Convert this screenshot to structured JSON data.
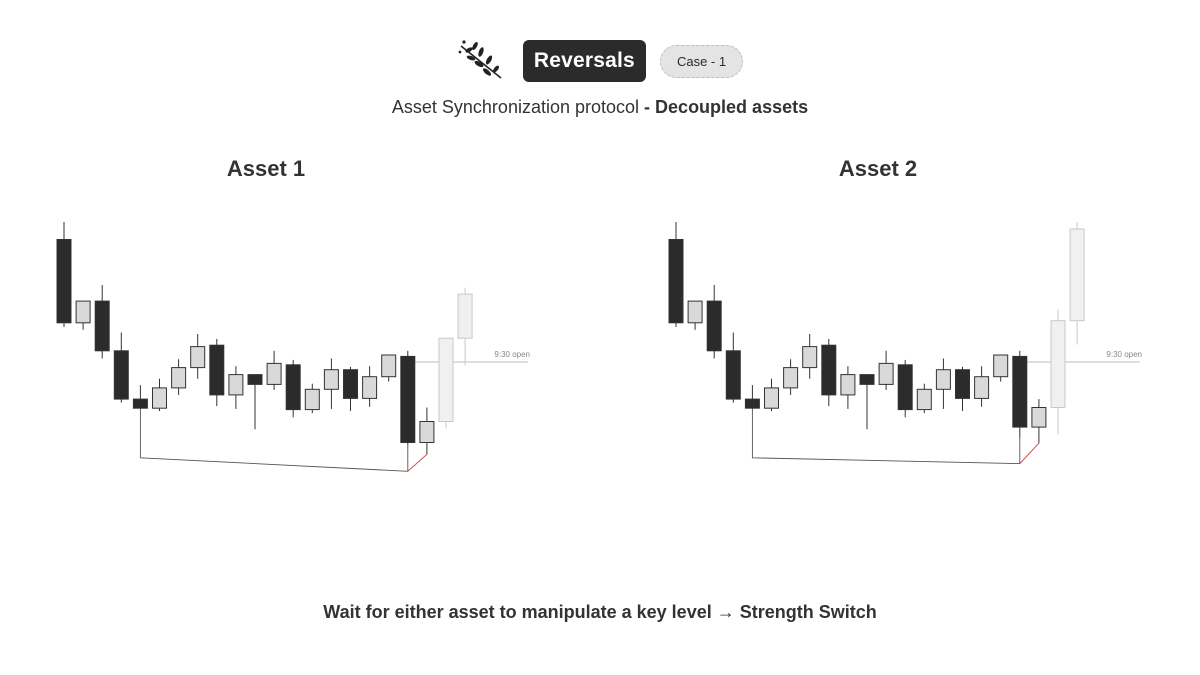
{
  "header": {
    "brand_label": "Reversals",
    "case_label": "Case - 1",
    "subtitle_prefix": "Asset Synchronization protocol",
    "subtitle_bold": "- Decoupled assets",
    "logo_icon": "leaf-branch-icon"
  },
  "caption": "Wait for either asset to manipulate a key level → Strength Switch",
  "colors": {
    "bear": "#2b2b2b",
    "bull": "#d9d9d9",
    "future": "#f0f0f0",
    "sweep": "#d05050",
    "line": "#555555"
  },
  "chart_data": [
    {
      "type": "candlestick",
      "title": "Asset 1",
      "annotation": "9:30 open",
      "open_level": 40,
      "ylim": [
        -100,
        260
      ],
      "candles": [
        {
          "o": 215,
          "h": 240,
          "l": 90,
          "c": 96,
          "kind": "bear"
        },
        {
          "o": 96,
          "h": 126,
          "l": 86,
          "c": 127,
          "kind": "bull"
        },
        {
          "o": 127,
          "h": 150,
          "l": 45,
          "c": 56,
          "kind": "bear"
        },
        {
          "o": 56,
          "h": 82,
          "l": -18,
          "c": -13,
          "kind": "bear"
        },
        {
          "o": -13,
          "h": 7,
          "l": -14,
          "c": -26,
          "kind": "bear"
        },
        {
          "o": -26,
          "h": 16,
          "l": -30,
          "c": 3,
          "kind": "bull"
        },
        {
          "o": 3,
          "h": 44,
          "l": -7,
          "c": 32,
          "kind": "bull"
        },
        {
          "o": 32,
          "h": 80,
          "l": 16,
          "c": 62,
          "kind": "bull"
        },
        {
          "o": 64,
          "h": 73,
          "l": -23,
          "c": -7,
          "kind": "bear"
        },
        {
          "o": -7,
          "h": 34,
          "l": -27,
          "c": 22,
          "kind": "bull"
        },
        {
          "o": 22,
          "h": 22,
          "l": -56,
          "c": 8,
          "kind": "bear"
        },
        {
          "o": 8,
          "h": 56,
          "l": 0,
          "c": 38,
          "kind": "bull"
        },
        {
          "o": 36,
          "h": 43,
          "l": -39,
          "c": -28,
          "kind": "bear"
        },
        {
          "o": -28,
          "h": 9,
          "l": -33,
          "c": 1,
          "kind": "bull"
        },
        {
          "o": 1,
          "h": 45,
          "l": -27,
          "c": 29,
          "kind": "bull"
        },
        {
          "o": 29,
          "h": 33,
          "l": -30,
          "c": -12,
          "kind": "bear"
        },
        {
          "o": -12,
          "h": 34,
          "l": -24,
          "c": 19,
          "kind": "bull"
        },
        {
          "o": 19,
          "h": 47,
          "l": 12,
          "c": 50,
          "kind": "bull"
        },
        {
          "o": 48,
          "h": 56,
          "l": -79,
          "c": -75,
          "kind": "bear"
        },
        {
          "o": -75,
          "h": -25,
          "l": -92,
          "c": -45,
          "kind": "bull"
        },
        {
          "o": -45,
          "h": 69,
          "l": -55,
          "c": 74,
          "kind": "future"
        },
        {
          "o": 74,
          "h": 146,
          "l": 35,
          "c": 137,
          "kind": "future"
        }
      ]
    },
    {
      "type": "candlestick",
      "title": "Asset 2",
      "annotation": "9:30 open",
      "open_level": 40,
      "ylim": [
        -100,
        260
      ],
      "candles": [
        {
          "o": 215,
          "h": 240,
          "l": 90,
          "c": 96,
          "kind": "bear"
        },
        {
          "o": 96,
          "h": 126,
          "l": 86,
          "c": 127,
          "kind": "bull"
        },
        {
          "o": 127,
          "h": 150,
          "l": 45,
          "c": 56,
          "kind": "bear"
        },
        {
          "o": 56,
          "h": 82,
          "l": -18,
          "c": -13,
          "kind": "bear"
        },
        {
          "o": -13,
          "h": 7,
          "l": -14,
          "c": -26,
          "kind": "bear"
        },
        {
          "o": -26,
          "h": 16,
          "l": -30,
          "c": 3,
          "kind": "bull"
        },
        {
          "o": 3,
          "h": 44,
          "l": -7,
          "c": 32,
          "kind": "bull"
        },
        {
          "o": 32,
          "h": 80,
          "l": 16,
          "c": 62,
          "kind": "bull"
        },
        {
          "o": 64,
          "h": 73,
          "l": -23,
          "c": -7,
          "kind": "bear"
        },
        {
          "o": -7,
          "h": 34,
          "l": -27,
          "c": 22,
          "kind": "bull"
        },
        {
          "o": 22,
          "h": 22,
          "l": -56,
          "c": 8,
          "kind": "bear"
        },
        {
          "o": 8,
          "h": 56,
          "l": 0,
          "c": 38,
          "kind": "bull"
        },
        {
          "o": 36,
          "h": 43,
          "l": -39,
          "c": -28,
          "kind": "bear"
        },
        {
          "o": -28,
          "h": 9,
          "l": -33,
          "c": 1,
          "kind": "bull"
        },
        {
          "o": 1,
          "h": 45,
          "l": -27,
          "c": 29,
          "kind": "bull"
        },
        {
          "o": 29,
          "h": 33,
          "l": -30,
          "c": -12,
          "kind": "bear"
        },
        {
          "o": -12,
          "h": 34,
          "l": -24,
          "c": 19,
          "kind": "bull"
        },
        {
          "o": 19,
          "h": 47,
          "l": 12,
          "c": 50,
          "kind": "bull"
        },
        {
          "o": 48,
          "h": 56,
          "l": -68,
          "c": -53,
          "kind": "bear"
        },
        {
          "o": -53,
          "h": -13,
          "l": -76,
          "c": -25,
          "kind": "bull"
        },
        {
          "o": -25,
          "h": 115,
          "l": -63,
          "c": 99,
          "kind": "future"
        },
        {
          "o": 99,
          "h": 240,
          "l": 65,
          "c": 230,
          "kind": "future"
        }
      ]
    }
  ]
}
